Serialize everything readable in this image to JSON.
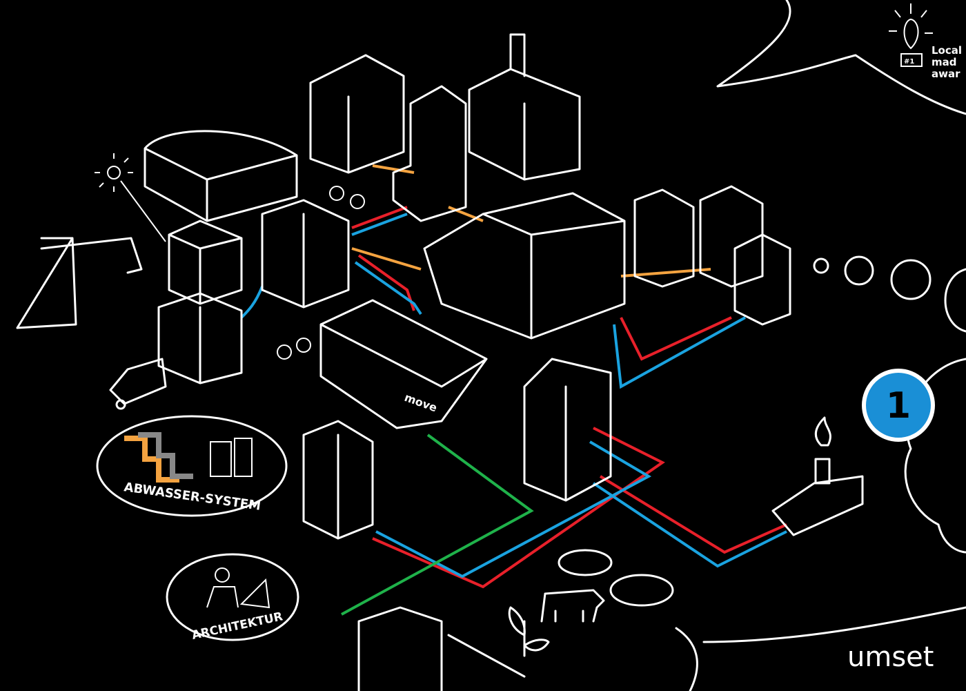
{
  "colors": {
    "background": "#000000",
    "line": "#ffffff",
    "heat_pipe": "#e8202a",
    "cold_pipe": "#1aa3e0",
    "green_line": "#1fb24a",
    "orange_pipe": "#f4a340",
    "badge": "#1a8fd6"
  },
  "labels": {
    "award": [
      "Local",
      "mad",
      "awar"
    ],
    "award_badge": "#1",
    "wastewater": "ABWASSER-SYSTEM",
    "architecture": "ARCHITEKTUR",
    "vehicle": "move",
    "step_number": "1",
    "bottom_right": "umset"
  },
  "icons": [
    "sun-icon",
    "lightbulb-location-icon",
    "flame-icon",
    "leaf-icon",
    "cow-icon",
    "bicycle-icon",
    "truck-icon",
    "crane-icon"
  ]
}
